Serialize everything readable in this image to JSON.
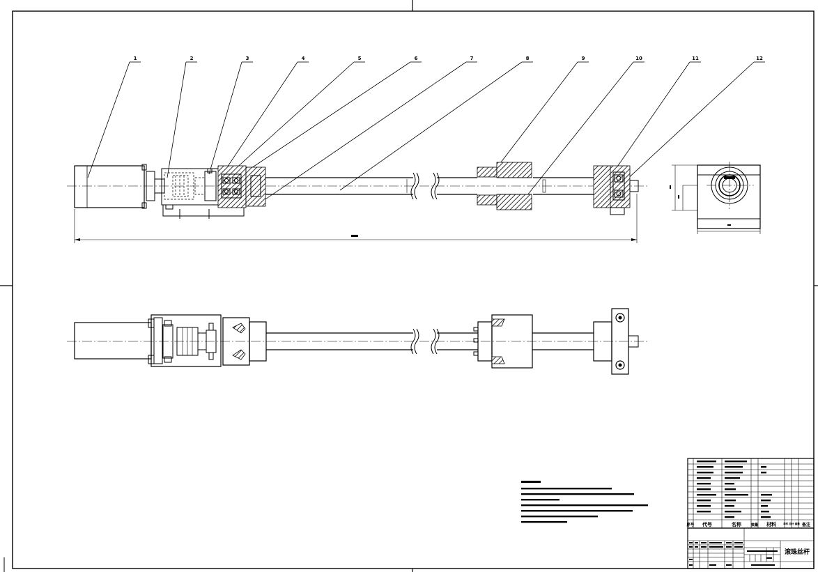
{
  "drawing": {
    "title": "滚珠丝杆",
    "part_numbers": [
      "1",
      "2",
      "3",
      "4",
      "5",
      "6",
      "7",
      "8",
      "9",
      "10",
      "11",
      "12"
    ],
    "bom_headers": {
      "index": "序号",
      "code": "代号",
      "name": "名称",
      "qty": "数量",
      "material": "材料",
      "weight": "单件 总计 重量",
      "note": "备注"
    }
  }
}
